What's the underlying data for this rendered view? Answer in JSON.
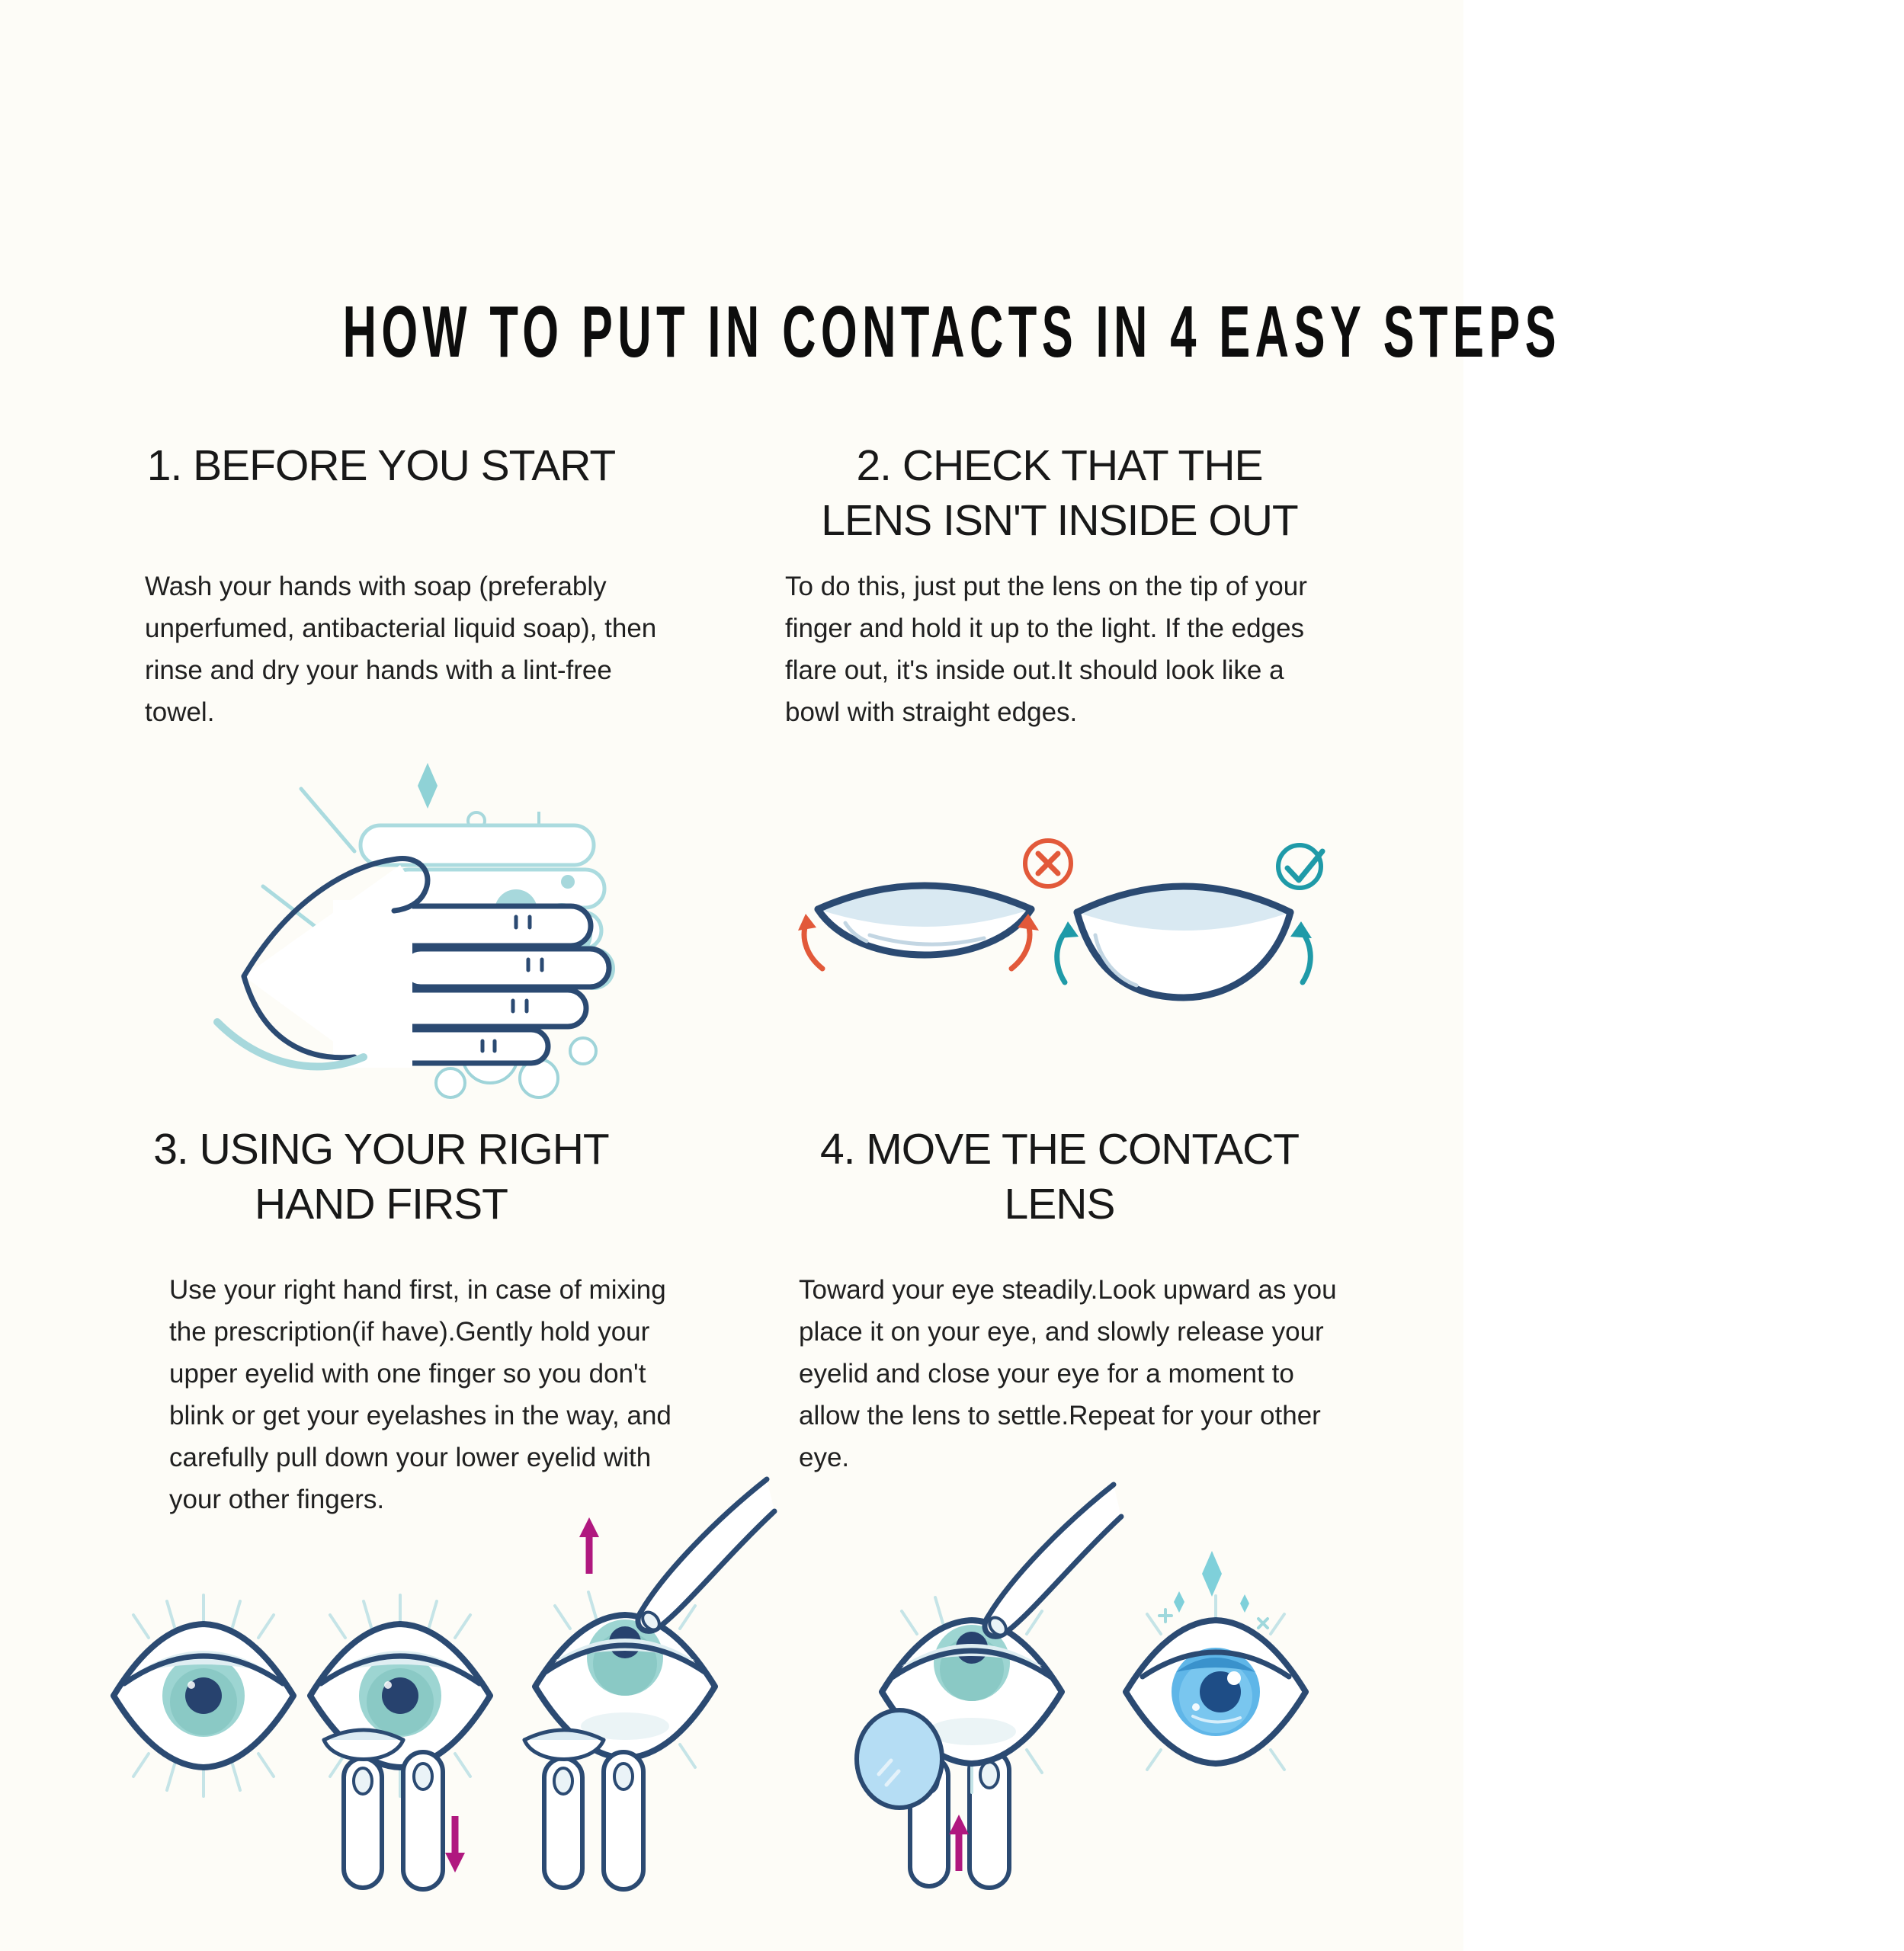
{
  "title": "HOW TO PUT IN CONTACTS IN 4 EASY STEPS",
  "sections": [
    {
      "lines": [
        "1. BEFORE YOU START"
      ],
      "body": "Wash your hands with soap (preferably unperfumed, antibacterial liquid soap), then rinse and dry your hands with a lint-free towel."
    },
    {
      "lines": [
        "2. CHECK THAT THE",
        "LENS ISN'T INSIDE OUT"
      ],
      "body": "To do this, just put the lens on the tip of your finger and hold it up to the light. If the edges flare out, it's inside out.It should look like a bowl with straight edges."
    },
    {
      "lines": [
        "3. USING YOUR RIGHT",
        "HAND FIRST"
      ],
      "body": "Use your right hand first, in case of mixing the prescription(if have).Gently hold your upper eyelid with one finger so you don't blink or get your eyelashes in the way, and carefully pull down your lower eyelid with your other fingers."
    },
    {
      "lines": [
        "4. MOVE THE CONTACT",
        "LENS"
      ],
      "body": "Toward your eye steadily.Look upward as you place it on your eye, and slowly release your eyelid and close your eye for a moment to allow the lens to settle.Repeat for your other eye."
    }
  ],
  "icons": {
    "wrong": "x-mark",
    "correct": "check-mark",
    "sparkle": "sparkle",
    "down_arrow": "arrow-down",
    "up_arrow": "arrow-up"
  },
  "colors": {
    "background": "#fdfcf7",
    "navy_outline": "#2b4a72",
    "light_teal": "#a7d8dc",
    "pale_blue_fill": "#d9e9f2",
    "iris_teal": "#9dd5d2",
    "iris_blue": "#5fb6e8",
    "coral_x": "#e2593a",
    "teal_check": "#1f9aa8",
    "magenta_arrow": "#b0187f"
  }
}
